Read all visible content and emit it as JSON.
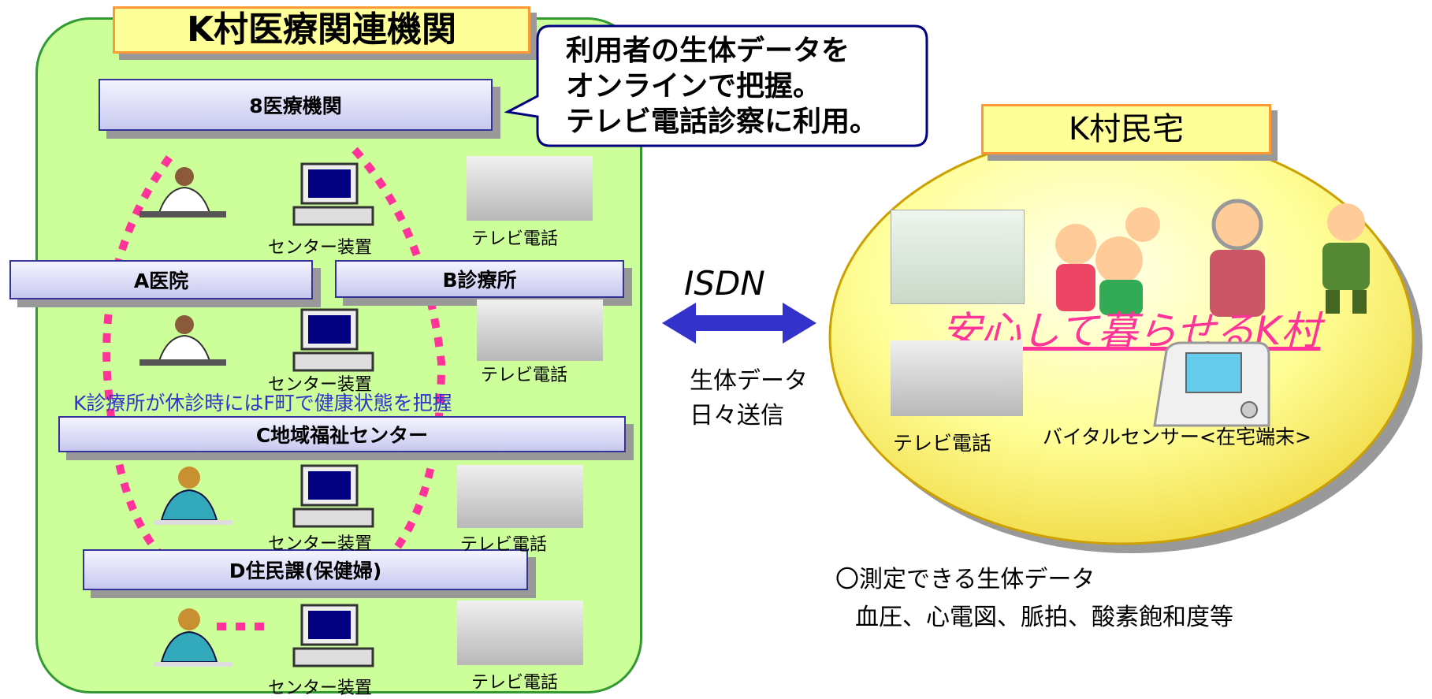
{
  "left": {
    "title": "K村医療関連機関",
    "institutions": {
      "main": "8医療機関",
      "a": "A医院",
      "b": "B診療所",
      "c": "C地域福祉センター",
      "d": "D住民課(保健婦)"
    },
    "device_label": "センター装置",
    "phone_label": "テレビ電話",
    "note": "K診療所が休診時にはF町で健康状態を把握"
  },
  "callout": {
    "lines": [
      "利用者の生体データを",
      "オンラインで把握。",
      "テレビ電話診察に利用。"
    ]
  },
  "middle": {
    "network": "ISDN",
    "transfer_lines": [
      "生体データ",
      "日々送信"
    ]
  },
  "right": {
    "title": "K村民宅",
    "slogan": "安心して暮らせるK村",
    "phone_label": "テレビ電話",
    "sensor_label": "バイタルセンサー<在宅端末>",
    "measurable_title": "〇測定できる生体データ",
    "measurable_items": "血圧、心電図、脈拍、酸素飽和度等"
  },
  "colors": {
    "left_panel": "#ccff99",
    "ellipse": "#ffff66",
    "dots": "#ff3399",
    "arrow": "#3333cc",
    "slogan": "#ff3399",
    "note": "#3333cc"
  }
}
